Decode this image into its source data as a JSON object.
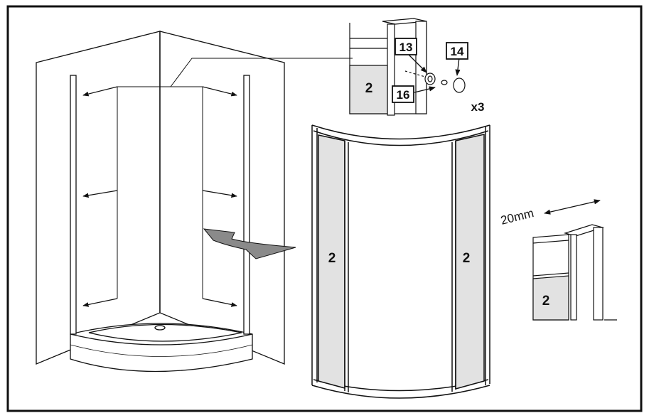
{
  "parts": {
    "glass_panel": "2",
    "part_13": "13",
    "part_14": "14",
    "part_16": "16"
  },
  "quantity": "x3",
  "dimension": "20mm",
  "colors": {
    "line": "#111111",
    "glass": "#e2e2e2",
    "arrow_fill": "#8a8a8a",
    "background": "#ffffff"
  }
}
